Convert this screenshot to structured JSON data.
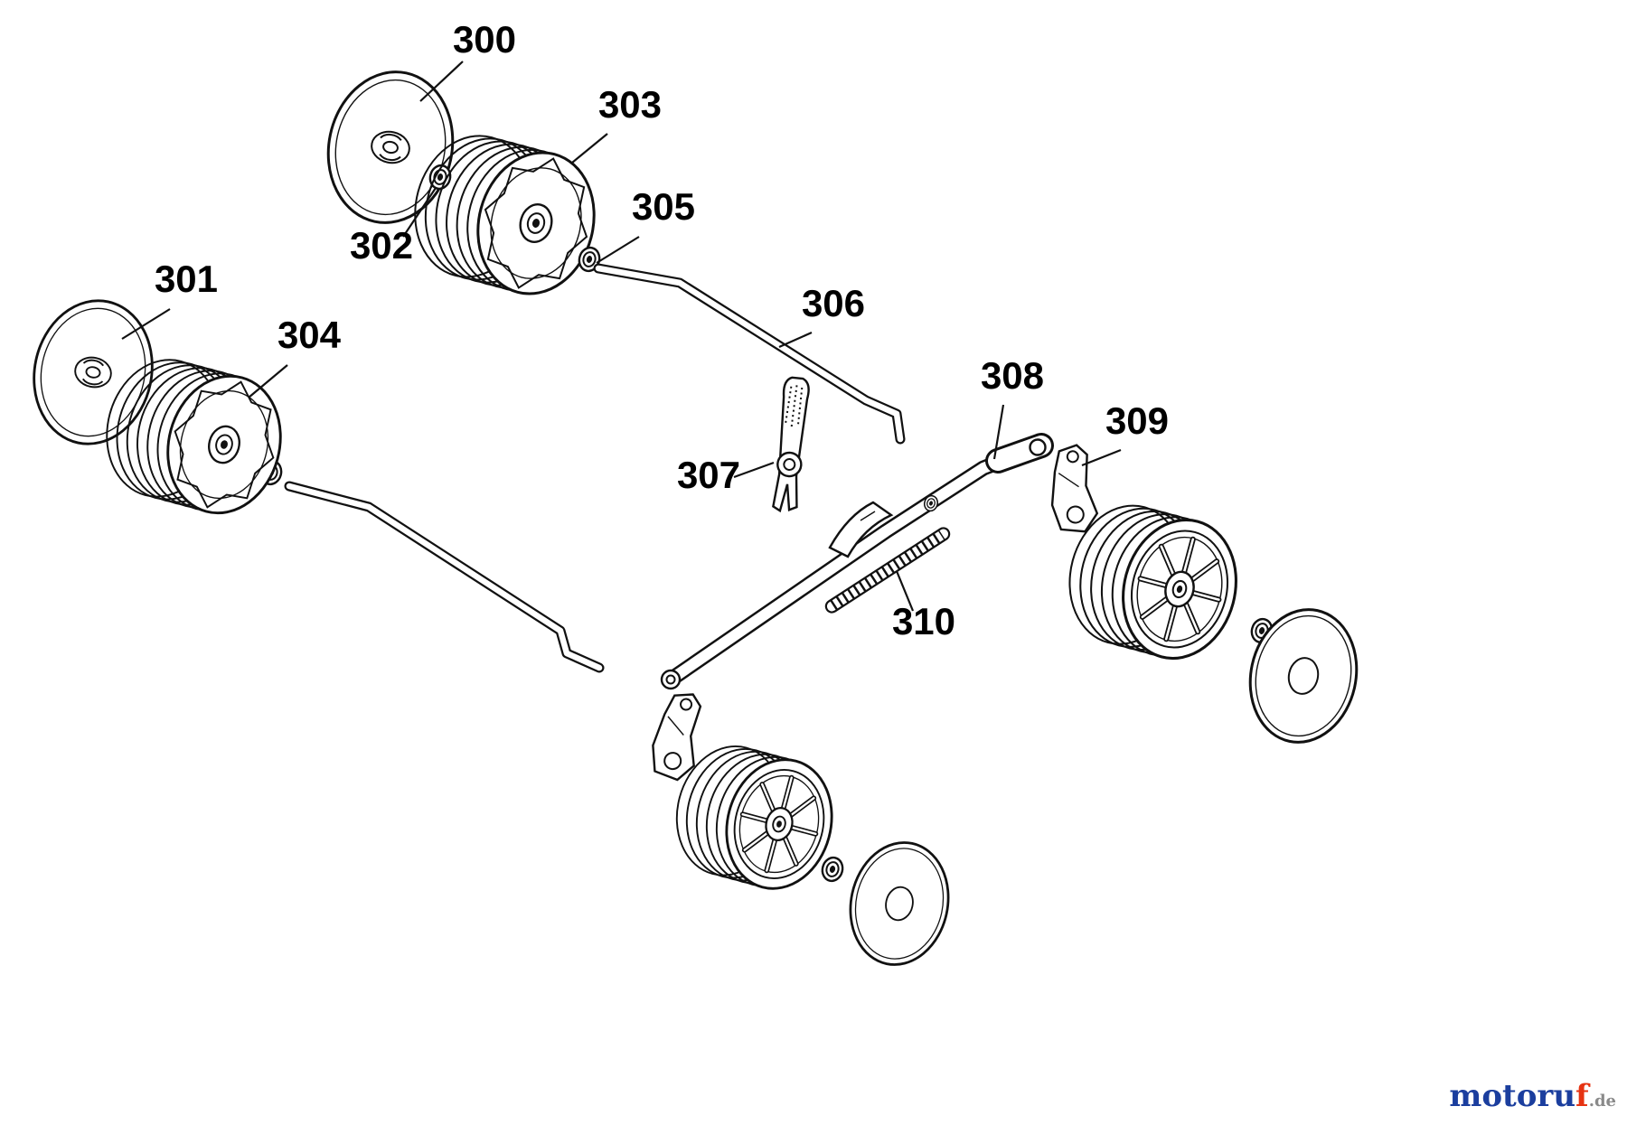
{
  "parts": [
    {
      "label": "300"
    },
    {
      "label": "301"
    },
    {
      "label": "302"
    },
    {
      "label": "303"
    },
    {
      "label": "304"
    },
    {
      "label": "305"
    },
    {
      "label": "306"
    },
    {
      "label": "307"
    },
    {
      "label": "308"
    },
    {
      "label": "309"
    },
    {
      "label": "310"
    }
  ],
  "logo": {
    "main": "motoru",
    "accent": "f",
    "suffix": ".de",
    "main_color": "#1b3e9e",
    "accent_color": "#e63312",
    "suffix_color": "#8a8a8a"
  }
}
